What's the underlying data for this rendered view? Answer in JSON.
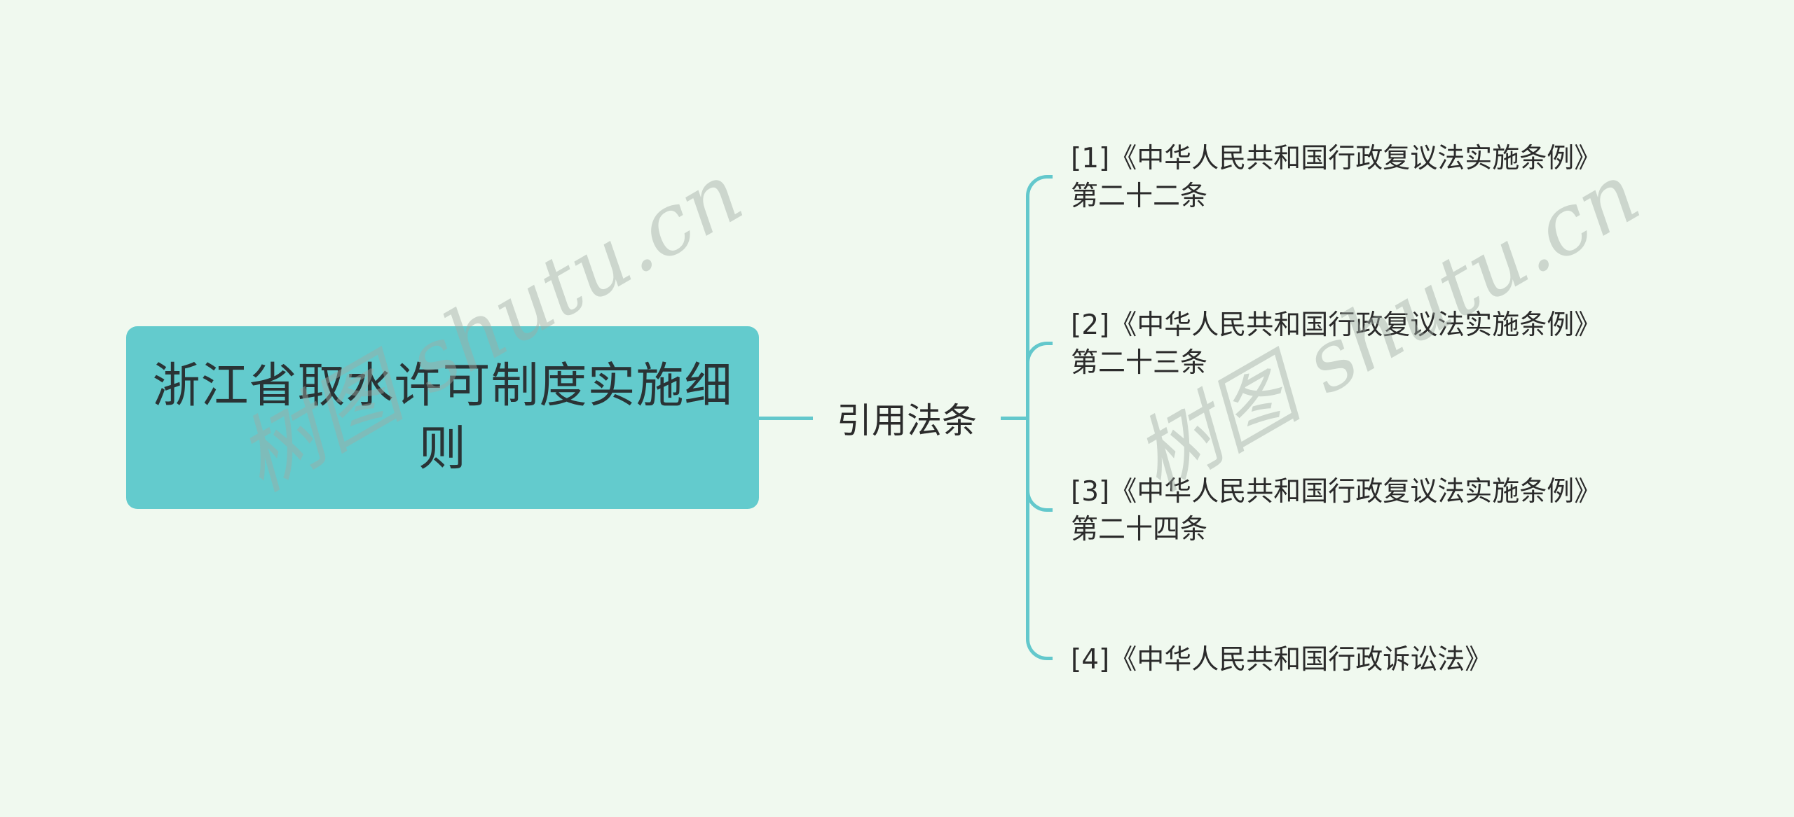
{
  "root": {
    "title": "浙江省取水许可制度实施细则"
  },
  "branch": {
    "label": "引用法条"
  },
  "leaves": [
    {
      "line1": "[1]《中华人民共和国行政复议法实施条例》",
      "line2": "第二十二条"
    },
    {
      "line1": "[2]《中华人民共和国行政复议法实施条例》",
      "line2": "第二十三条"
    },
    {
      "line1": "[3]《中华人民共和国行政复议法实施条例》",
      "line2": "第二十四条"
    },
    {
      "line1": "[4]《中华人民共和国行政诉讼法》",
      "line2": ""
    }
  ],
  "watermark": {
    "text": "树图 shutu.cn"
  },
  "colors": {
    "background": "#f0f9ef",
    "root_fill": "#63cbcd",
    "connector": "#63c8cc",
    "text": "#2b2b2b"
  }
}
